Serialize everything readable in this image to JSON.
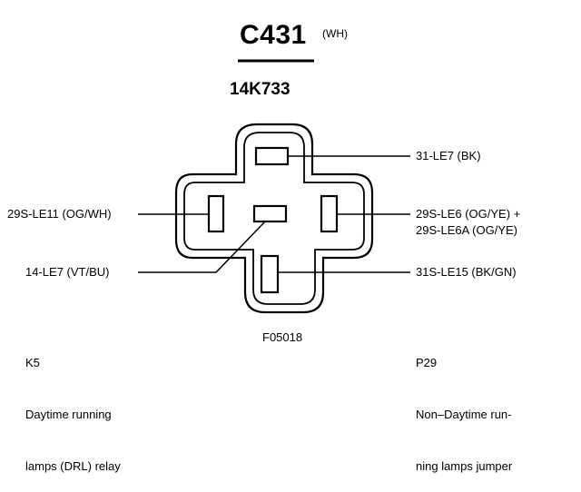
{
  "connector": {
    "id": "C431",
    "color_code": "(WH)",
    "part_number": "14K733"
  },
  "pins": [
    {
      "label": "31-LE7 (BK)"
    },
    {
      "label": "29S-LE11 (OG/WH)"
    },
    {
      "label": "29S-LE6 (OG/YE) +"
    },
    {
      "label": "29S-LE6A (OG/YE)"
    },
    {
      "label": "14-LE7 (VT/BU)"
    },
    {
      "label": "31S-LE15 (BK/GN)"
    }
  ],
  "footer": {
    "left": {
      "code": "K5",
      "line1": "Daytime running",
      "line2": "lamps (DRL) relay"
    },
    "center": {
      "code": "F05018"
    },
    "right": {
      "code": "P29",
      "line1": "Non–Daytime run-",
      "line2": "ning lamps jumper"
    }
  },
  "colors": {
    "ink": "#000000",
    "background": "#ffffff"
  }
}
